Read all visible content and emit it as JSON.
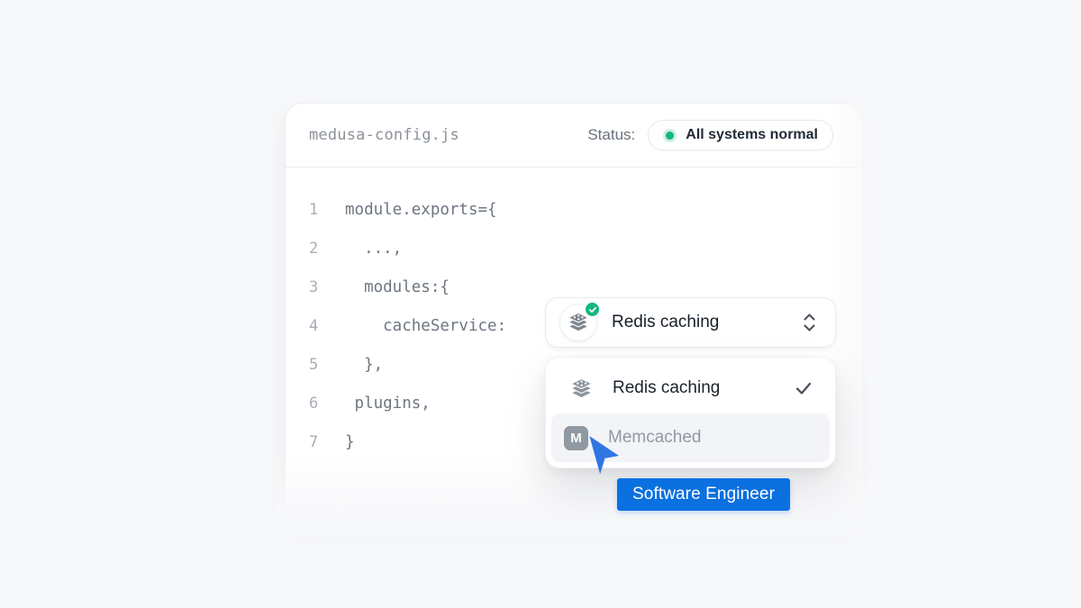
{
  "window": {
    "background": "#f7f8fa"
  },
  "editor": {
    "filename": "medusa-config.js",
    "status": {
      "label": "Status:",
      "value": "All systems normal",
      "indicator_color": "#12b77f"
    }
  },
  "code": {
    "lines": [
      {
        "num": "1",
        "text": "module.exports={"
      },
      {
        "num": "2",
        "text": "  ...,"
      },
      {
        "num": "3",
        "text": "  modules:{"
      },
      {
        "num": "4",
        "text": "    cacheService:"
      },
      {
        "num": "5",
        "text": "  },"
      },
      {
        "num": "6",
        "text": " plugins,"
      },
      {
        "num": "7",
        "text": "}"
      }
    ]
  },
  "cache_select": {
    "value": "Redis caching",
    "verified": true,
    "icon": "redis-stack-icon"
  },
  "cache_menu": {
    "options": [
      {
        "label": "Redis caching",
        "icon": "redis-stack-icon",
        "selected": true
      },
      {
        "label": "Memcached",
        "icon": "memcached-m-icon",
        "icon_letter": "M",
        "selected": false,
        "hovered": true
      }
    ]
  },
  "collaborator": {
    "label": "Software Engineer",
    "tag_color": "#0b70e0",
    "cursor_color": "#2f76e3"
  }
}
